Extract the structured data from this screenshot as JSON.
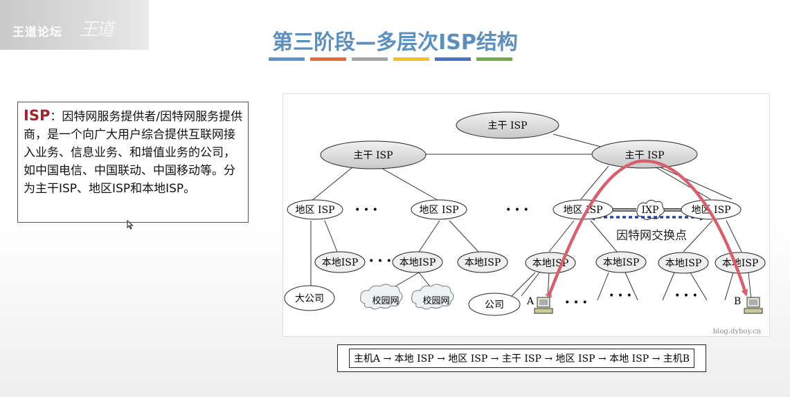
{
  "header": {
    "logo_text": "王道论坛",
    "title": "第三阶段—多层次ISP结构"
  },
  "title_stripes": [
    "#5e95cb",
    "#e46c3a",
    "#a5a5a5",
    "#f5c02c",
    "#4a72c0",
    "#70ad47"
  ],
  "definition": {
    "term": "ISP",
    "text": "：因特网服务提供者/因特网服务提供商，是一个向广大用户综合提供互联网接入业务、信息业务、和增值业务的公司，如中国电信、中国联动、中国移动等。分为主干ISP、地区ISP和本地ISP。"
  },
  "diagram": {
    "backbone_label": "主干 ISP",
    "regional_label": "地区 ISP",
    "local_label": "本地ISP",
    "ixp_label": "IXP",
    "ixp_caption": "因特网交换点",
    "big_company": "大公司",
    "campus_net": "校园网",
    "company": "公司",
    "host_a": "A",
    "host_b": "B",
    "ellipsis": "• • •",
    "watermark": "blog.dyboy.cn",
    "arrow_color": "#d8606d",
    "ixp_link_color": "#2b3ea8"
  },
  "path_caption": "主机A → 本地 ISP → 地区 ISP → 主干 ISP → 地区 ISP → 本地 ISP → 主机B"
}
